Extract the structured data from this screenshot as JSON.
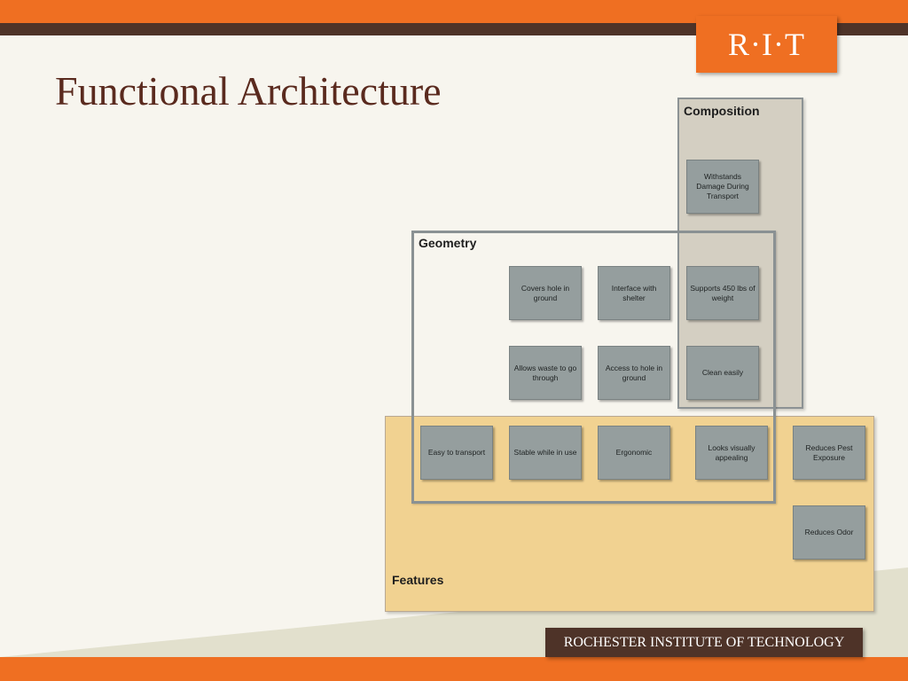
{
  "slide": {
    "title": "Functional Architecture",
    "logo_text": "R·I·T",
    "footer_text": "ROCHESTER INSTITUTE OF TECHNOLOGY"
  },
  "colors": {
    "orange": "#ef6f22",
    "brown": "#4e3328",
    "title": "#5a2a1e",
    "features_fill": "#f1d291",
    "box_fill": "#959e9e"
  },
  "diagram": {
    "composition_label": "Composition",
    "geometry_label": "Geometry",
    "features_label": "Features",
    "boxes": {
      "withstands_damage": "Withstands Damage During Transport",
      "covers_hole": "Covers hole in ground",
      "interface_shelter": "Interface with shelter",
      "supports_weight": "Supports 450 lbs of weight",
      "allows_waste": "Allows waste to go through",
      "access_hole": "Access to hole in ground",
      "clean_easily": "Clean easily",
      "easy_transport": "Easy to transport",
      "stable_in_use": "Stable while in use",
      "ergonomic": "Ergonomic",
      "looks_appealing": "Looks visually appealing",
      "reduces_pest": "Reduces Pest Exposure",
      "reduces_odor": "Reduces Odor"
    }
  }
}
